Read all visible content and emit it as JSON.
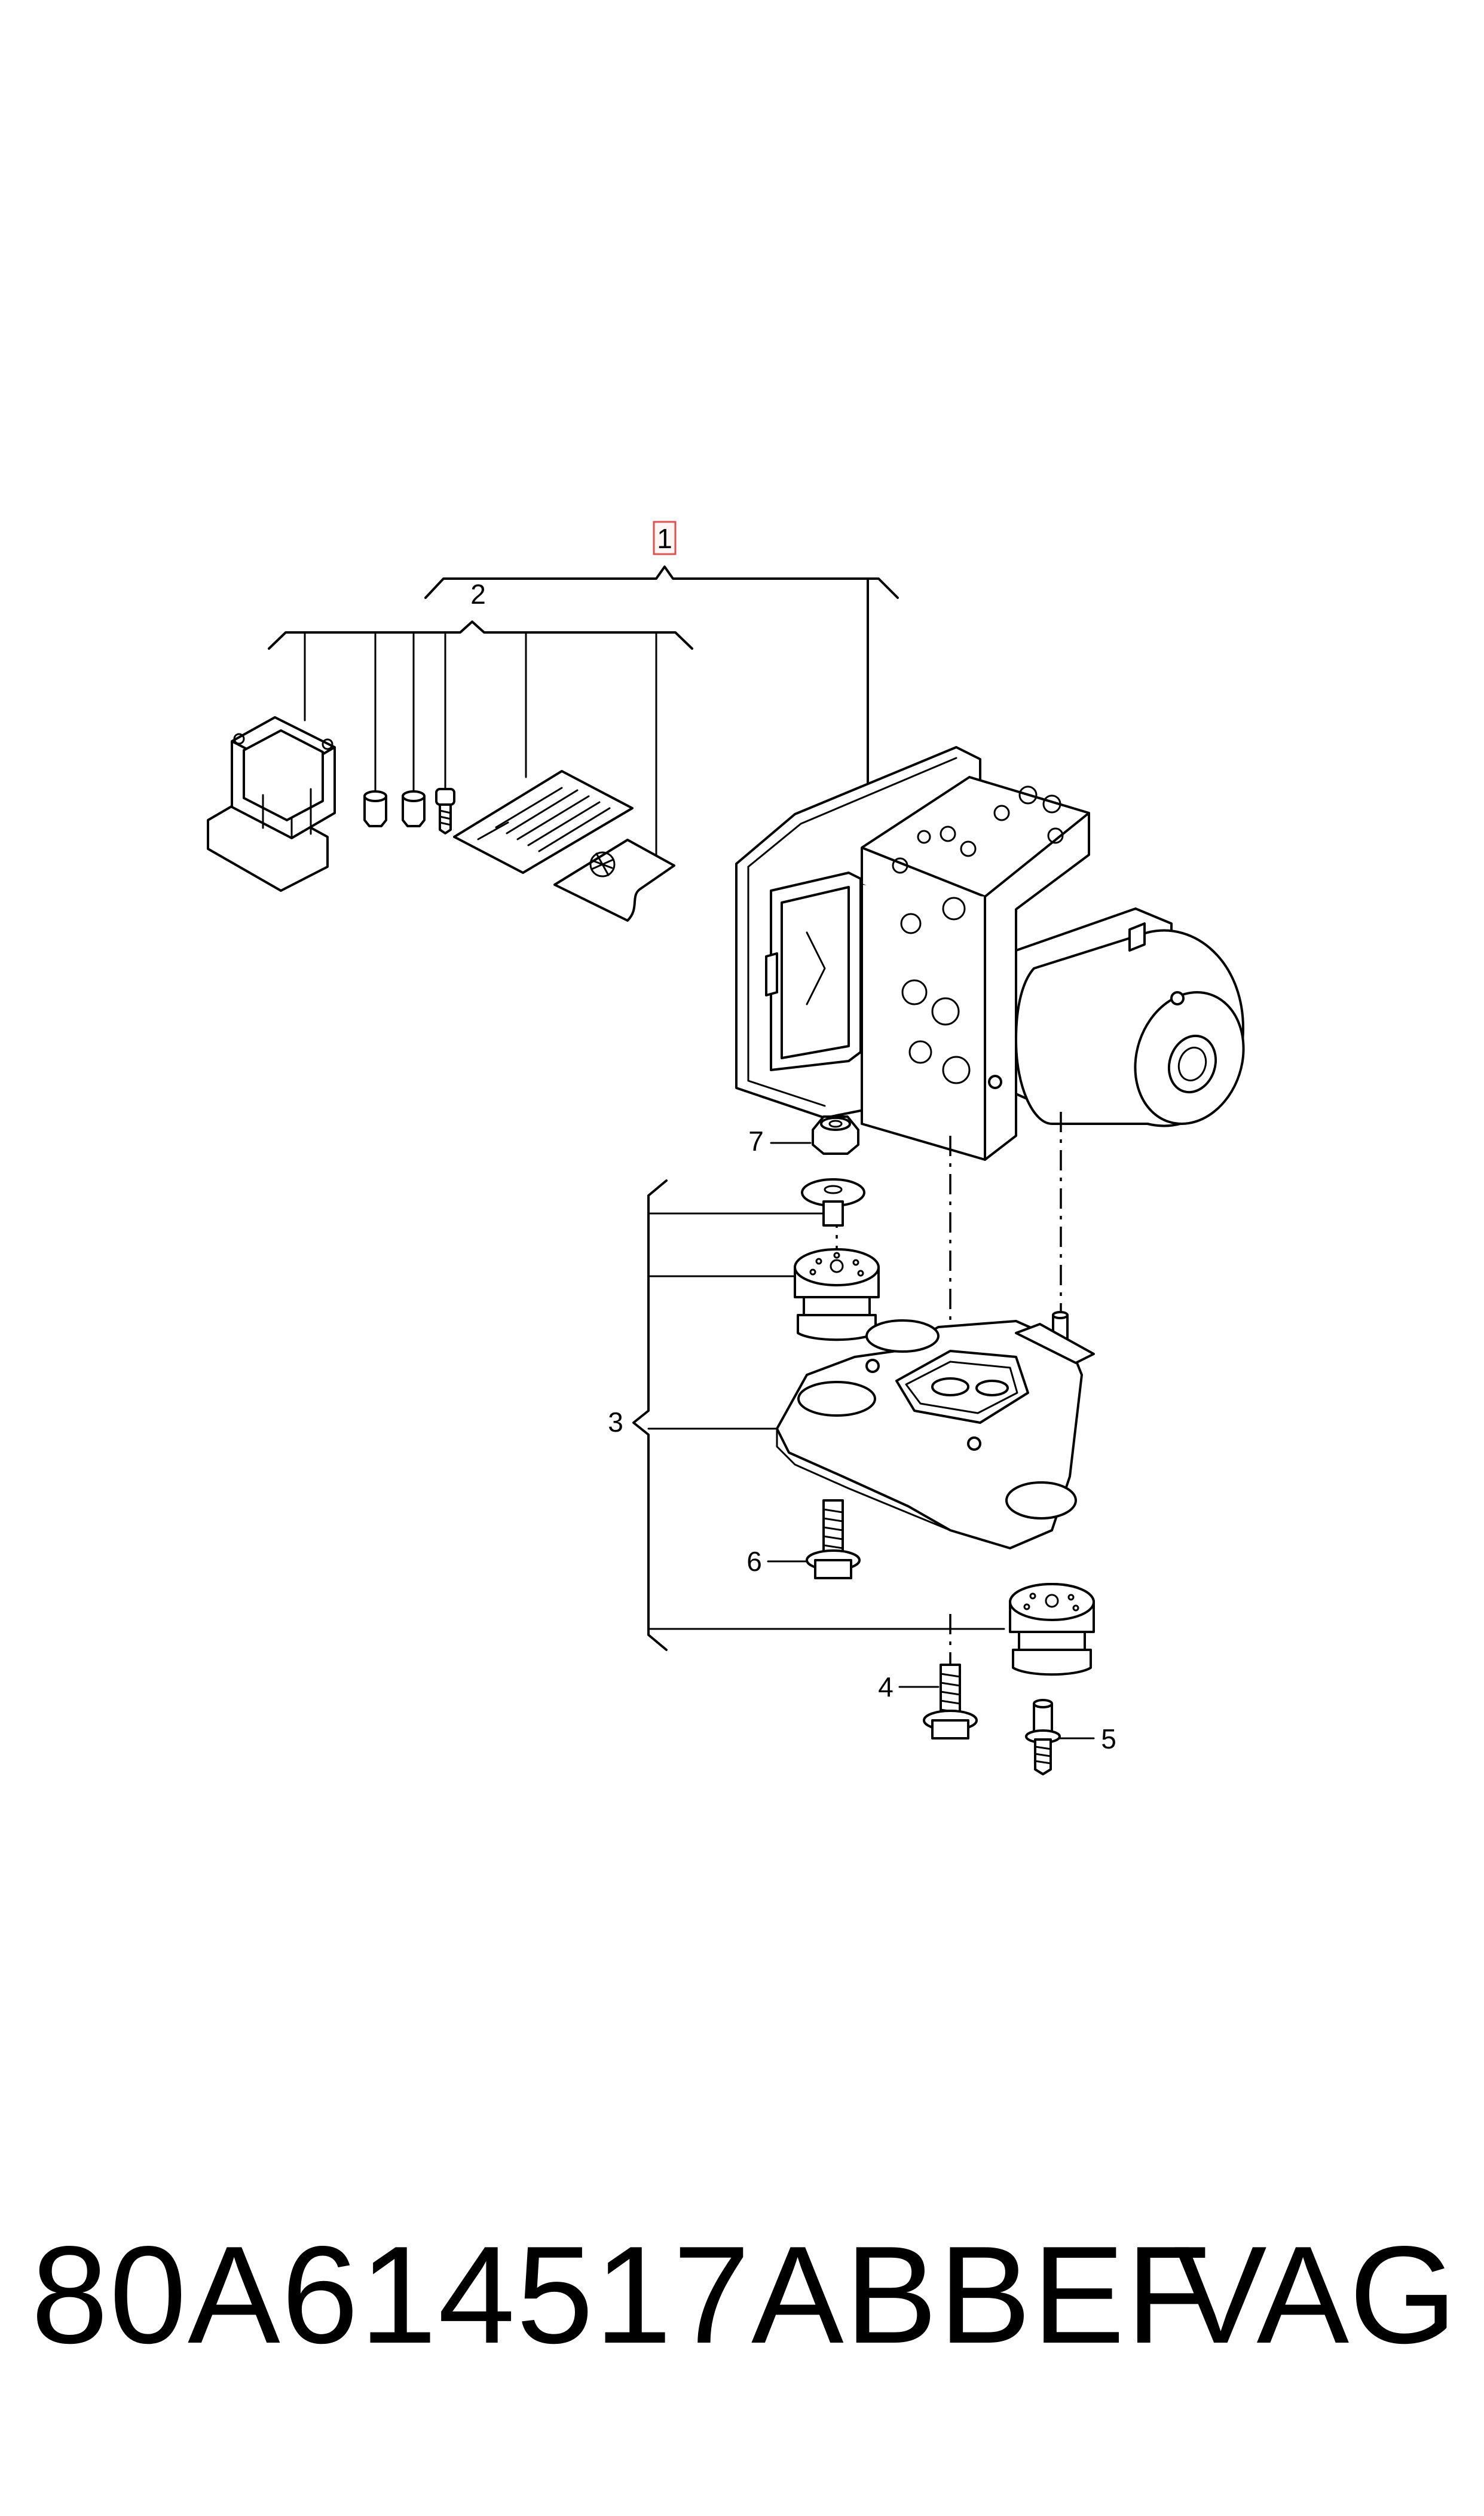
{
  "callouts": {
    "c1": "1",
    "c2": "2",
    "c3": "3",
    "c4": "4",
    "c5": "5",
    "c6": "6",
    "c7": "7"
  },
  "footer": {
    "part_number": "80A614517ABBEF",
    "brand": "VAG"
  },
  "colors": {
    "highlight_box": "#d9534f",
    "line": "#000000",
    "background": "#ffffff"
  }
}
